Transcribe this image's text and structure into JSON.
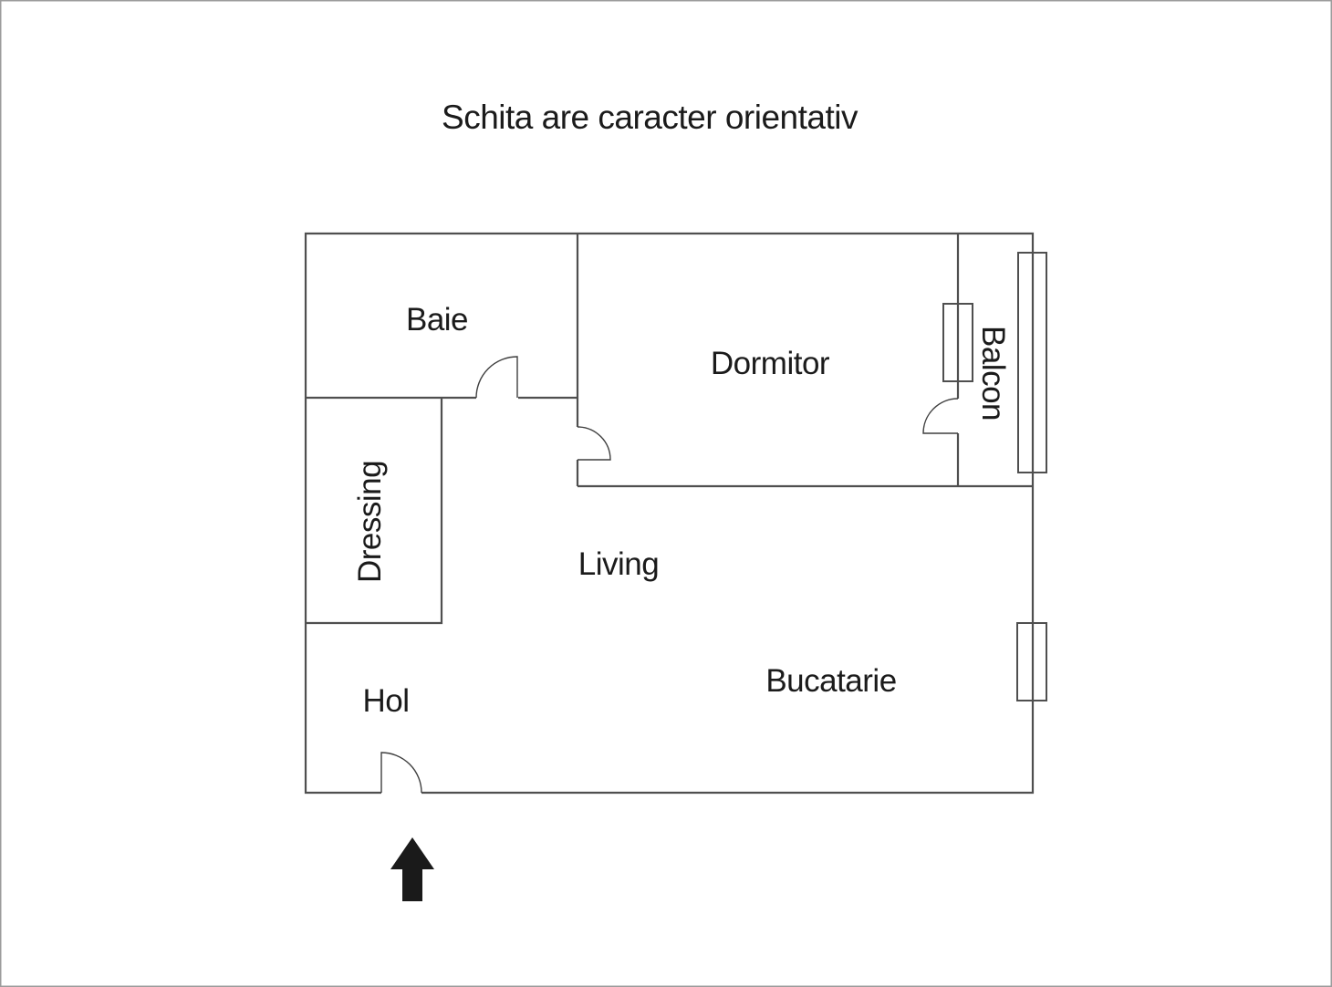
{
  "title": "Schita are caracter orientativ",
  "rooms": {
    "baie": "Baie",
    "dormitor": "Dormitor",
    "balcon": "Balcon",
    "dressing": "Dressing",
    "living": "Living",
    "hol": "Hol",
    "bucatarie": "Bucatarie"
  },
  "icons": {
    "entrance_arrow": "solid-up-arrow"
  },
  "colors": {
    "background": "#ffffff",
    "wall": "#4f4f4f",
    "door": "#3f3f3f",
    "text": "#1b1b1b",
    "arrow": "#1a1a1a",
    "frame": "#9c9c9c"
  }
}
